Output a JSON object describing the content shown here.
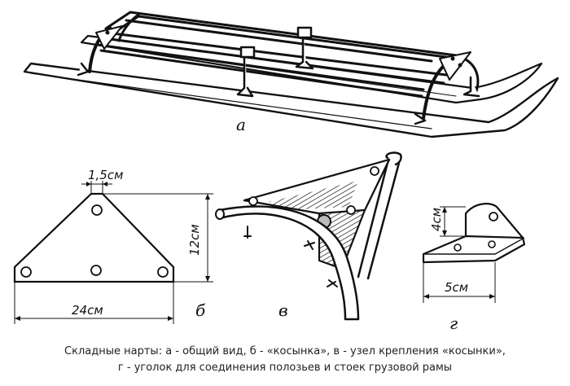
{
  "figure": {
    "labels": {
      "a": "а",
      "b": "б",
      "v": "в",
      "g": "г"
    },
    "dimensions": {
      "gusset_top_width": "1,5см",
      "gusset_height": "12см",
      "gusset_base": "24см",
      "angle_height": "4см",
      "angle_width": "5см"
    }
  },
  "caption": {
    "line1": "Складные нарты: а - общий вид, б - «косынка», в - узел крепления «косынки»,",
    "line2": "г - уголок для соединения полозьев и стоек  грузовой рамы"
  },
  "colors": {
    "ink": "#111111",
    "background": "#ffffff"
  }
}
